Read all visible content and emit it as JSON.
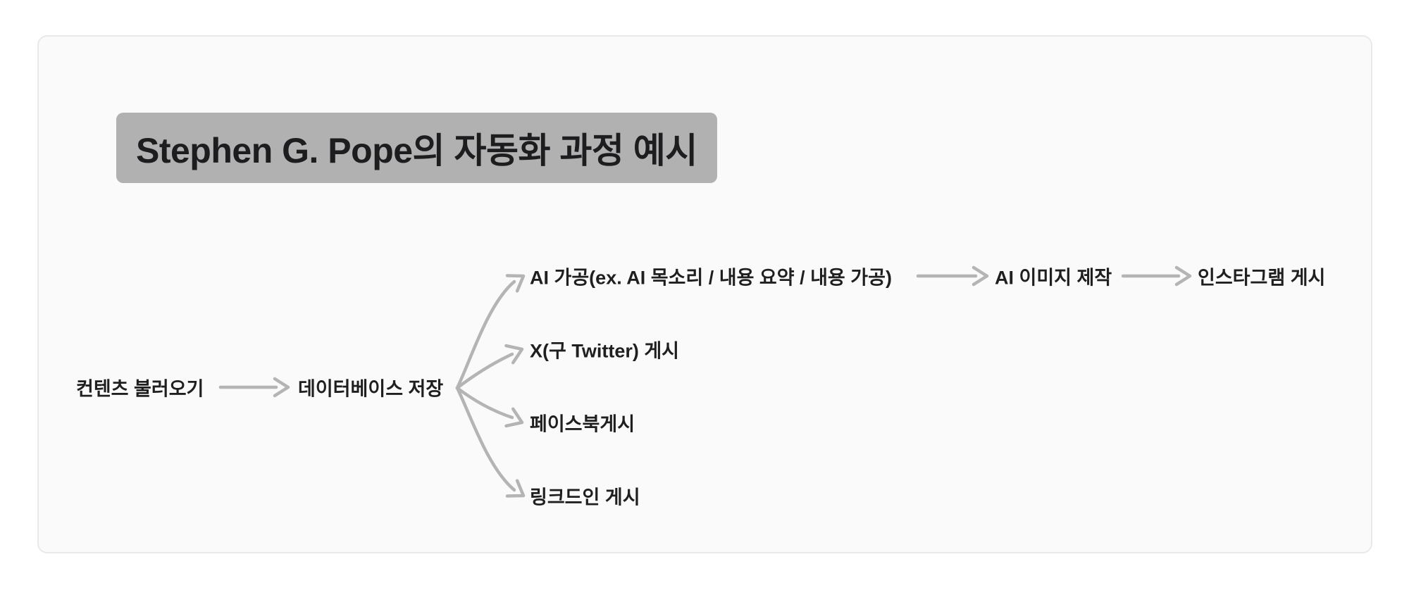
{
  "title": {
    "text": "Stephen G. Pope의 자동화 과정 예시"
  },
  "nodes": {
    "root": "컨텐츠 불러오기",
    "database": "데이터베이스 저장",
    "ai_processing": "AI 가공(ex. AI 목소리 / 내용 요약 / 내용 가공)",
    "ai_image": "AI 이미지 제작",
    "instagram": "인스타그램 게시",
    "twitter": "X(구 Twitter) 게시",
    "facebook": "페이스북게시",
    "linkedin": "링크드인 게시"
  },
  "diagram": {
    "type": "mindmap-flow",
    "edges": [
      {
        "from": "컨텐츠 불러오기",
        "to": "데이터베이스 저장"
      },
      {
        "from": "데이터베이스 저장",
        "to": "AI 가공(ex. AI 목소리 / 내용 요약 / 내용 가공)"
      },
      {
        "from": "데이터베이스 저장",
        "to": "X(구 Twitter) 게시"
      },
      {
        "from": "데이터베이스 저장",
        "to": "페이스북게시"
      },
      {
        "from": "데이터베이스 저장",
        "to": "링크드인 게시"
      },
      {
        "from": "AI 가공(ex. AI 목소리 / 내용 요약 / 내용 가공)",
        "to": "AI 이미지 제작"
      },
      {
        "from": "AI 이미지 제작",
        "to": "인스타그램 게시"
      }
    ]
  },
  "colors": {
    "page_bg": "#ffffff",
    "card_bg": "#fafafa",
    "card_border": "#e9e9e9",
    "title_bg": "#b1b1b1",
    "text": "#1f1f1f",
    "arrow": "#b4b4b4"
  }
}
